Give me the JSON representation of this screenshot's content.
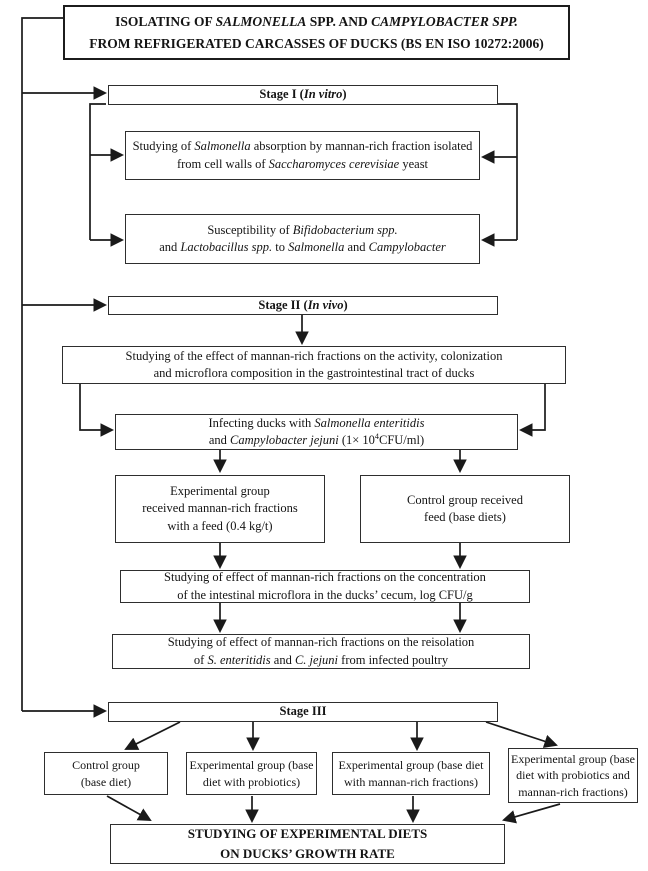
{
  "palette": {
    "background": "#ffffff",
    "ink": "#1a1a1a",
    "box_border": "#2e2e2e"
  },
  "boxes": {
    "title": {
      "runs": [
        {
          "t": "ISOLATING OF "
        },
        {
          "t": "SALMONELLA",
          "i": true
        },
        {
          "t": " SPP.  AND "
        },
        {
          "t": "CAMPYLOBACTER SPP.",
          "i": true
        },
        {
          "br": true
        },
        {
          "t": "FROM REFRIGERATED CARCASSES OF DUCKS (BS EN ISO 10272:2006)"
        }
      ]
    },
    "stage1": {
      "runs": [
        {
          "t": "Stage I ("
        },
        {
          "t": "In vitro",
          "i": true
        },
        {
          "t": ")"
        }
      ]
    },
    "absorption": {
      "runs": [
        {
          "t": "Studying of "
        },
        {
          "t": "Salmonella",
          "i": true
        },
        {
          "t": " absorption by mannan-rich fraction isolated"
        },
        {
          "br": true
        },
        {
          "t": "from cell walls of "
        },
        {
          "t": "Saccharomyces cerevisiae",
          "i": true
        },
        {
          "t": " yeast"
        }
      ]
    },
    "susceptibility": {
      "runs": [
        {
          "t": "Susceptibility of "
        },
        {
          "t": "Bifidobacterium spp.",
          "i": true
        },
        {
          "br": true
        },
        {
          "t": "and "
        },
        {
          "t": "Lactobacillus spp.",
          "i": true
        },
        {
          "t": " to "
        },
        {
          "t": "Salmonella",
          "i": true
        },
        {
          "t": " and "
        },
        {
          "t": "Campylobacter",
          "i": true
        }
      ]
    },
    "stage2": {
      "runs": [
        {
          "t": "Stage II ("
        },
        {
          "t": "In vivo",
          "i": true
        },
        {
          "t": ")"
        }
      ]
    },
    "effect": {
      "runs": [
        {
          "t": "Studying of the effect of mannan-rich fractions on the activity, colonization"
        },
        {
          "br": true
        },
        {
          "t": "and microflora composition in the gastrointestinal tract of ducks"
        }
      ]
    },
    "infection": {
      "runs": [
        {
          "t": "Infecting ducks with "
        },
        {
          "t": "Salmonella enteritidis",
          "i": true
        },
        {
          "br": true
        },
        {
          "t": "and "
        },
        {
          "t": "Campylobacter jejuni",
          "i": true
        },
        {
          "t": " (1× 10"
        },
        {
          "t": "4",
          "sup": true
        },
        {
          "t": "CFU/ml)"
        }
      ]
    },
    "experimental_group": {
      "runs": [
        {
          "t": "Experimental group"
        },
        {
          "br": true
        },
        {
          "t": "received mannan-rich fractions"
        },
        {
          "br": true
        },
        {
          "t": "with a feed (0.4 kg/t)"
        }
      ]
    },
    "control_group": {
      "runs": [
        {
          "t": "Control group received"
        },
        {
          "br": true
        },
        {
          "t": "feed (base diets)"
        }
      ]
    },
    "concentration": {
      "runs": [
        {
          "t": "Studying of effect of mannan-rich fractions on the concentration"
        },
        {
          "br": true
        },
        {
          "t": "of the intestinal microflora in the ducks’ cecum, log CFU/g"
        }
      ]
    },
    "reisolation": {
      "runs": [
        {
          "t": "Studying of effect of mannan-rich fractions on the reisolation"
        },
        {
          "br": true
        },
        {
          "t": "of "
        },
        {
          "t": "S. enteritidis",
          "i": true
        },
        {
          "t": " and "
        },
        {
          "t": "C. jejuni",
          "i": true
        },
        {
          "t": " from infected poultry"
        }
      ]
    },
    "stage3": {
      "runs": [
        {
          "t": "Stage III"
        }
      ]
    },
    "diet_control": {
      "runs": [
        {
          "t": "Control group"
        },
        {
          "br": true
        },
        {
          "t": "(base diet)"
        }
      ]
    },
    "diet_probiotics": {
      "runs": [
        {
          "t": "Experimental group (base"
        },
        {
          "br": true
        },
        {
          "t": "diet with probiotics)"
        }
      ]
    },
    "diet_mannan": {
      "runs": [
        {
          "t": "Experimental group (base diet"
        },
        {
          "br": true
        },
        {
          "t": "with mannan-rich fractions)"
        }
      ]
    },
    "diet_probiotics_mannan": {
      "runs": [
        {
          "t": "Experimental group (base"
        },
        {
          "br": true
        },
        {
          "t": "diet with probiotics and"
        },
        {
          "br": true
        },
        {
          "t": "mannan-rich fractions)"
        }
      ]
    },
    "growth_rate": {
      "runs": [
        {
          "t": "STUDYING OF EXPERIMENTAL DIETS"
        },
        {
          "br": true
        },
        {
          "t": "ON DUCKS’ GROWTH RATE"
        }
      ]
    }
  }
}
